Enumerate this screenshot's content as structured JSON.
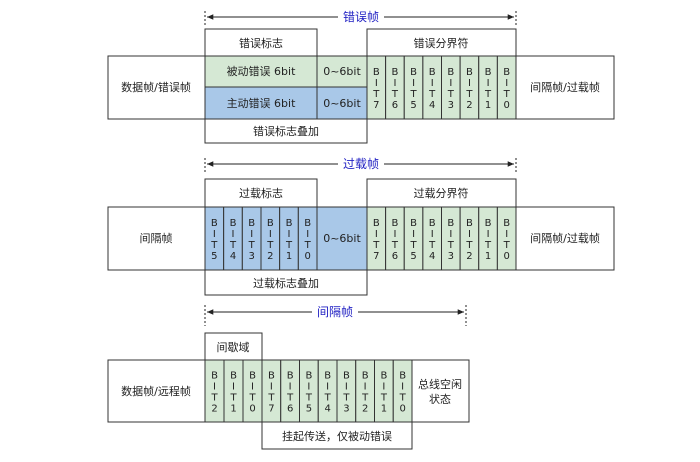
{
  "colors": {
    "green": "#d5e8d4",
    "blue": "#a9c8e8",
    "stroke": "#333333",
    "dim_line": "#222222",
    "title_text": "#2323c4",
    "text": "#222222"
  },
  "diagram1": {
    "title": "错误帧",
    "left_box": "数据帧/错误帧",
    "right_box": "间隔帧/过载帧",
    "flag_header": "错误标志",
    "passive_error": "被动错误 6bit",
    "active_error": "主动错误 6bit",
    "range_top": "0~6bit",
    "range_bottom": "0~6bit",
    "delimiter_header": "错误分界符",
    "delimiter_bits": [
      "BIT7",
      "BIT6",
      "BIT5",
      "BIT4",
      "BIT3",
      "BIT2",
      "BIT1",
      "BIT0"
    ],
    "overlay_label": "错误标志叠加"
  },
  "diagram2": {
    "title": "过载帧",
    "left_box": "间隔帧",
    "right_box": "间隔帧/过载帧",
    "flag_header": "过载标志",
    "flag_bits": [
      "BIT5",
      "BIT4",
      "BIT3",
      "BIT2",
      "BIT1",
      "BIT0"
    ],
    "range": "0~6bit",
    "delimiter_header": "过载分界符",
    "delimiter_bits": [
      "BIT7",
      "BIT6",
      "BIT5",
      "BIT4",
      "BIT3",
      "BIT2",
      "BIT1",
      "BIT0"
    ],
    "overlay_label": "过载标志叠加"
  },
  "diagram3": {
    "title": "间隔帧",
    "left_box": "数据帧/远程帧",
    "gap_header": "间歇域",
    "gap_bits": [
      "BIT2",
      "BIT1",
      "BIT0"
    ],
    "idle_bits": [
      "BIT7",
      "BIT6",
      "BIT5",
      "BIT4",
      "BIT3",
      "BIT2",
      "BIT1",
      "BIT0"
    ],
    "right_box_line1": "总线空闲",
    "right_box_line2": "状态",
    "suspend_label": "挂起传送，仅被动错误"
  }
}
